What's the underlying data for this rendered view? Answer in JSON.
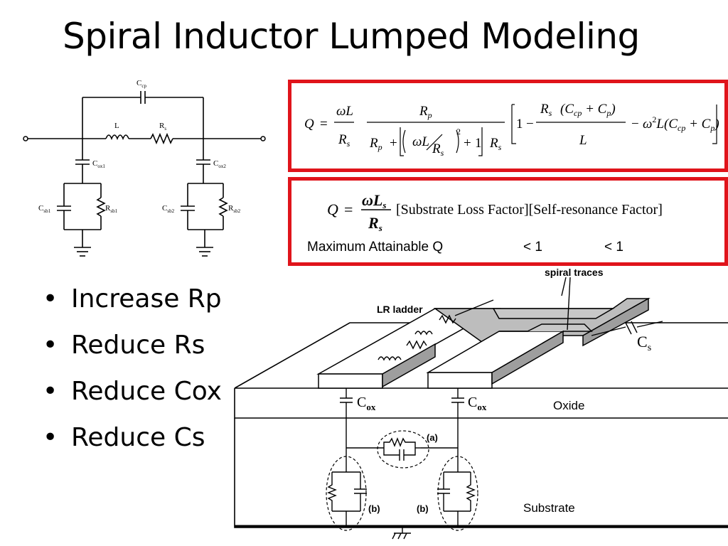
{
  "title": "Spiral Inductor Lumped Modeling",
  "circuit": {
    "labels": {
      "cp": "C",
      "cp_sub": "cp",
      "L": "L",
      "Rs": "R",
      "Rs_sub": "s",
      "cox1": "C",
      "cox1_sub": "ox1",
      "cox2": "C",
      "cox2_sub": "ox2",
      "csb1": "C",
      "csb1_sub": "sb1",
      "rsb1": "R",
      "rsb1_sub": "sb1",
      "csb2": "C",
      "csb2_sub": "sb2",
      "rsb2": "R",
      "rsb2_sub": "sb2"
    }
  },
  "equation_box_1": {
    "Q": "Q",
    "eq": "=",
    "omegaL": "ωL",
    "Rs": "R",
    "Rs_sub": "s",
    "Rp": "R",
    "Rp_sub": "p",
    "plus": "+",
    "one": "1",
    "minus": "−",
    "L": "L",
    "omega2L": "ω",
    "Ccp_Cp": "C",
    "sq": "2"
  },
  "equation_box_2": {
    "Q": "Q",
    "eq": "=",
    "omega": "ωL",
    "Ls_sub": "s",
    "Rs": "R",
    "Rs_sub": "s",
    "factors": "[Substrate Loss Factor][Self-resonance Factor]",
    "max_q_label": "Maximum Attainable Q",
    "less_than_1a": "< 1",
    "less_than_1b": "< 1"
  },
  "bullets": [
    {
      "dot": "•",
      "text": "Increase Rp"
    },
    {
      "dot": "•",
      "text": "Reduce Rs"
    },
    {
      "dot": "•",
      "text": "Reduce Cox"
    },
    {
      "dot": "•",
      "text": "Reduce Cs"
    }
  ],
  "diagram": {
    "spiral_traces": "spiral traces",
    "lr_ladder": "LR ladder",
    "cs": "C",
    "cs_sub": "s",
    "cox": "C",
    "cox_sub": "ox",
    "oxide": "Oxide",
    "substrate": "Substrate",
    "a": "(a)",
    "b": "(b)"
  }
}
